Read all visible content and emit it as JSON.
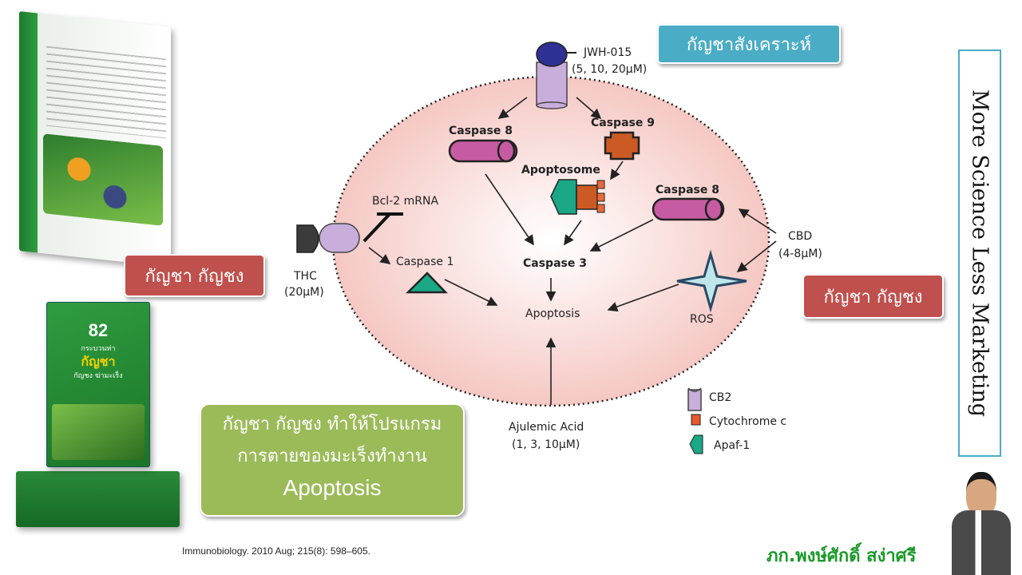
{
  "badges": {
    "synthetic": "กัญชาสังเคราะห์",
    "cannabis_left": "กัญชา กัญชง",
    "cannabis_right": "กัญชา กัญชง"
  },
  "summary": {
    "line1": "กัญชา กัญชง ทำให้โปรแกรม",
    "line2": "การตายของมะเร็งทำงาน",
    "line3": "Apoptosis"
  },
  "side_title": "More Science Less Marketing",
  "citation": "Immunobiology. 2010 Aug; 215(8): 598–605.",
  "presenter": "ภก.พงษ์ศักดิ์ สง่าศรี",
  "diagram": {
    "jwh": "JWH-015",
    "jwh_dose": "(5, 10, 20μM)",
    "caspase8_top": "Caspase 8",
    "caspase9": "Caspase 9",
    "apoptosome": "Apoptosome",
    "caspase8_right": "Caspase 8",
    "bcl2": "Bcl-2 mRNA",
    "caspase1": "Caspase 1",
    "caspase3": "Caspase 3",
    "apoptosis": "Apoptosis",
    "thc": "THC",
    "thc_dose": "(20μM)",
    "cbd": "CBD",
    "cbd_dose": "(4-8μM)",
    "ros": "ROS",
    "ajulemic": "Ajulemic Acid",
    "ajulemic_dose": "(1, 3, 10μM)"
  },
  "legend": {
    "cb2": "CB2",
    "cytochrome": "Cytochrome c",
    "apaf": "Apaf-1"
  },
  "book_small": {
    "number": "82",
    "subtitle": "กระบวนท่า",
    "title": "กัญชา",
    "tagline": "กัญชง ฆ่ามะเร็ง"
  },
  "colors": {
    "cell_fill": "#f4c6c2",
    "caspase8": "#c75ba3",
    "caspase9": "#cc5a24",
    "receptor": "#c9addb",
    "teal": "#1aa886",
    "red_badge": "#c0504d",
    "cyan_badge": "#4bacc6",
    "green_box": "#9bbb59",
    "presenter_text": "#1a9a2a"
  }
}
